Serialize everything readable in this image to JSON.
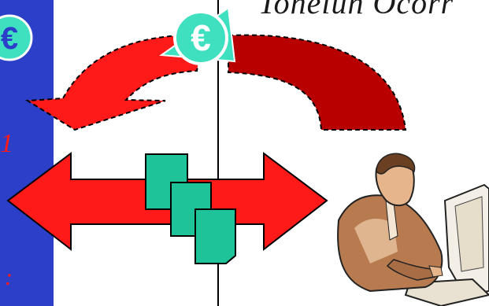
{
  "title": "Tonelun  Ocorr",
  "sidebar": {
    "euro_symbol": "€",
    "label_1": "1",
    "label_colon": ":"
  },
  "euro_badge_symbol": "€",
  "colors": {
    "sidebar": "#2b3fc9",
    "arrow_red": "#ff1a1a",
    "arrow_dark_red": "#b80000",
    "document_green": "#1fc39a",
    "euro_teal": "#3fe0c0"
  },
  "icons": [
    "euro-icon",
    "curved-arrow-left",
    "curved-arrow-right",
    "double-arrow",
    "document-icon",
    "person-at-computer-illustration"
  ]
}
